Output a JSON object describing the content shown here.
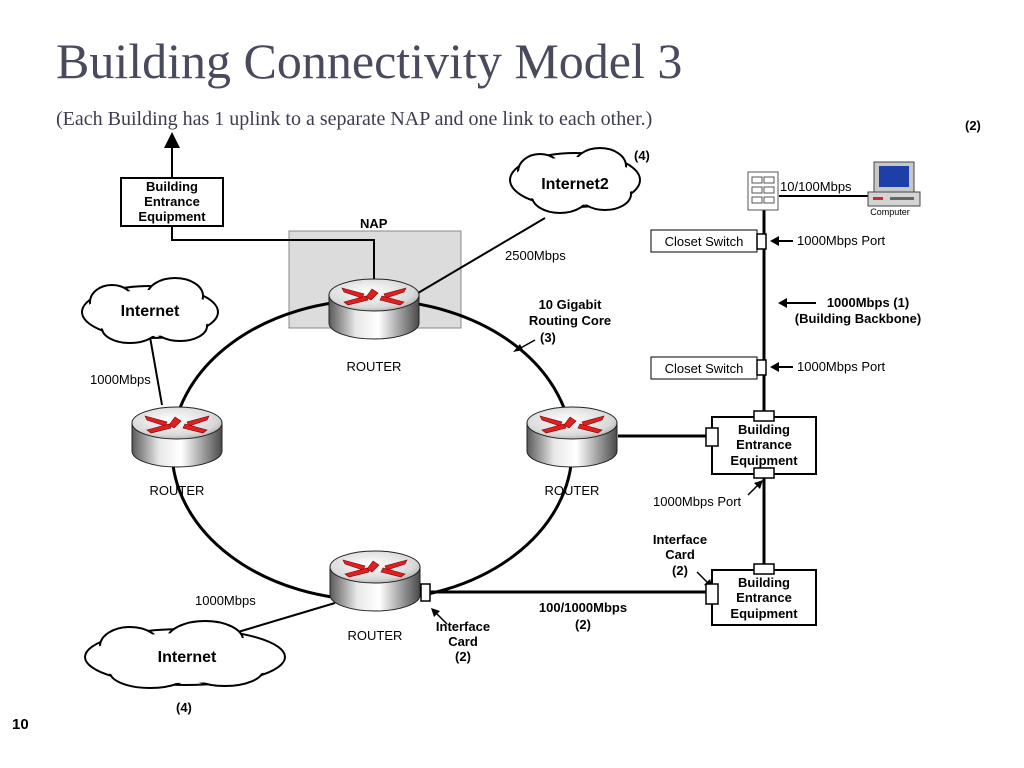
{
  "slide": {
    "title": "Building Connectivity Model 3",
    "subtitle": "(Each Building has 1 uplink to a separate NAP and one link to each other.)",
    "corner_ref": "(2)",
    "page_number": "10"
  },
  "diagram": {
    "nap_label": "NAP",
    "top_bee": [
      "Building",
      "Entrance",
      "Equipment"
    ],
    "internet2": "Internet2",
    "internet2_ref": "(4)",
    "link_2500": "2500Mbps",
    "core_label": [
      "10 Gigabit",
      "Routing Core"
    ],
    "core_ref": "(3)",
    "internet_left": "Internet",
    "link_left": "1000Mbps",
    "internet_bottom": "Internet",
    "link_bottom": "1000Mbps",
    "internet_bottom_ref": "(4)",
    "router_top": "ROUTER",
    "router_left": "ROUTER",
    "router_right": "ROUTER",
    "router_bottom": "ROUTER",
    "nic_bottom": [
      "Interface",
      "Card",
      "(2)"
    ],
    "link_bee": [
      "100/1000Mbps",
      "(2)"
    ],
    "nic_right": [
      "Interface",
      "Card",
      "(2)"
    ],
    "bee_mid": [
      "Building",
      "Entrance",
      "Equipment"
    ],
    "bee_low": [
      "Building",
      "Entrance",
      "Equipment"
    ],
    "port_bee": "1000Mbps Port",
    "closet_top": "Closet Switch",
    "closet_bottom": "Closet Switch",
    "port_top": "1000Mbps Port",
    "port_bottom": "1000Mbps Port",
    "backbone": [
      "1000Mbps  (1)",
      "(Building Backbone)"
    ],
    "link_pc": "10/100Mbps",
    "computer": "Computer"
  }
}
